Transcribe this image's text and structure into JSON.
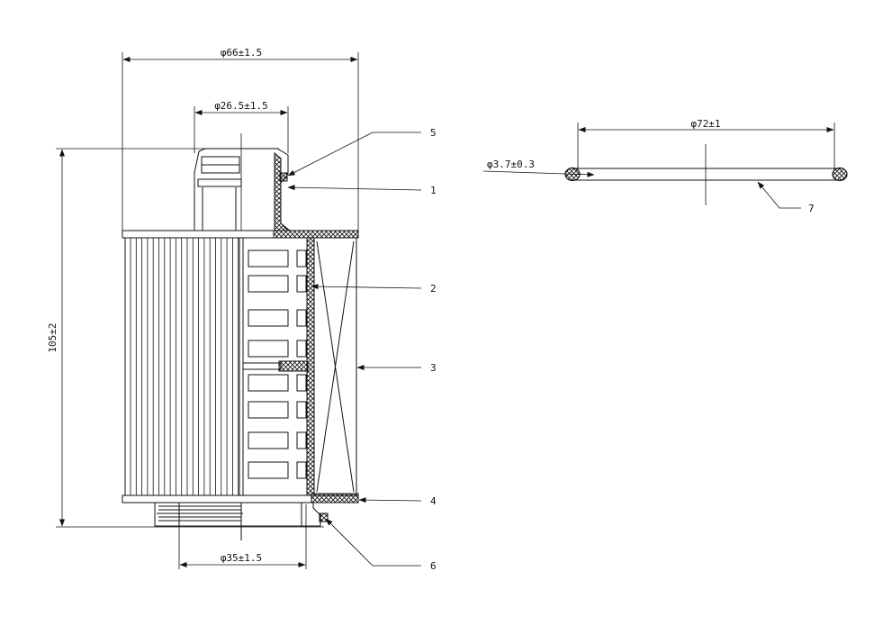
{
  "dimensions": {
    "outer_diameter": "φ66±1.5",
    "top_diameter": "φ26.5±1.5",
    "bottom_diameter": "φ35±1.5",
    "height": "105±2",
    "oring_diameter": "φ72±1",
    "oring_section": "φ3.7±0.3"
  },
  "callouts": {
    "c1": "1",
    "c2": "2",
    "c3": "3",
    "c4": "4",
    "c5": "5",
    "c6": "6",
    "c7": "7"
  }
}
